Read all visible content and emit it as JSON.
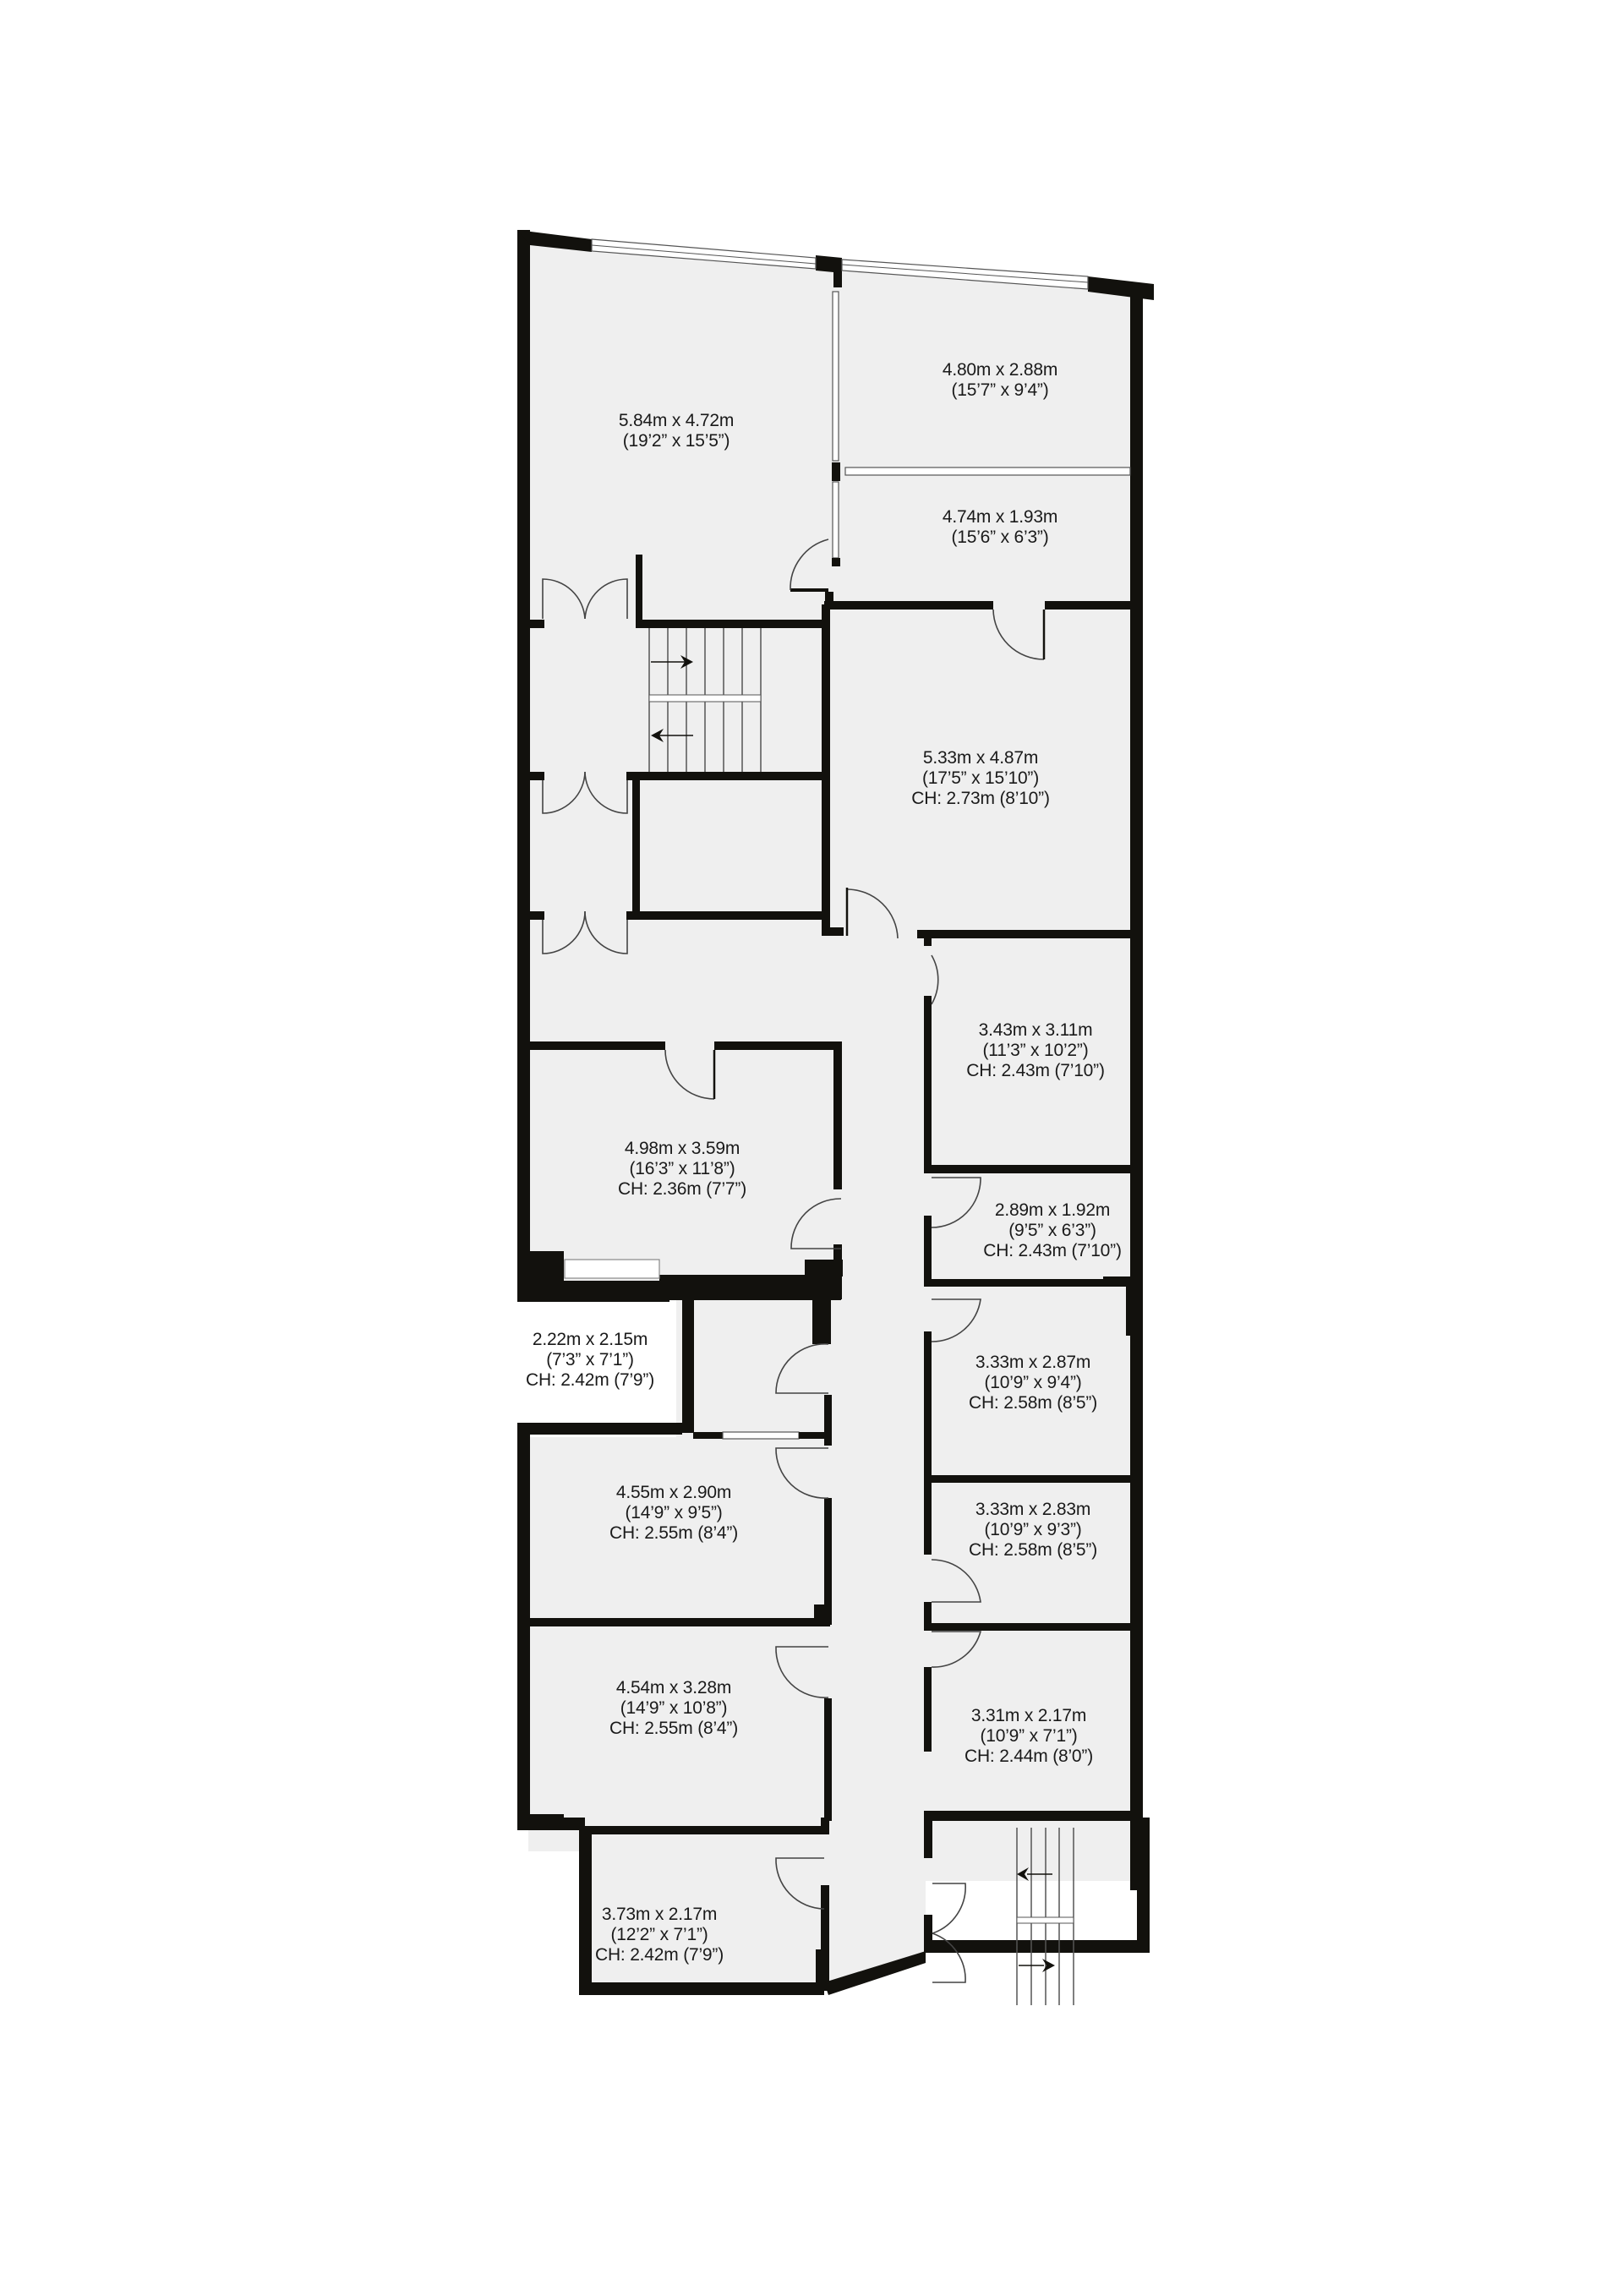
{
  "floorplan": {
    "colors": {
      "wall": "#12110d",
      "floor": "#efefef",
      "background": "#ffffff"
    },
    "rooms": [
      {
        "id": "room-front-left",
        "dims_m": "5.84m x 4.72m",
        "dims_ft": "(19’2” x 15’5”)",
        "ceiling": ""
      },
      {
        "id": "room-front-right",
        "dims_m": "4.80m x 2.88m",
        "dims_ft": "(15’7” x 9’4”)",
        "ceiling": ""
      },
      {
        "id": "room-behind-front-right",
        "dims_m": "4.74m x 1.93m",
        "dims_ft": "(15’6” x 6’3”)",
        "ceiling": ""
      },
      {
        "id": "room-large-right",
        "dims_m": "5.33m x 4.87m",
        "dims_ft": "(17’5” x 15’10”)",
        "ceiling": "CH: 2.73m (8’10”)"
      },
      {
        "id": "room-right-1",
        "dims_m": "3.43m x 3.11m",
        "dims_ft": "(11’3” x 10’2”)",
        "ceiling": "CH: 2.43m (7’10”)"
      },
      {
        "id": "room-left-1",
        "dims_m": "4.98m x 3.59m",
        "dims_ft": "(16’3” x 11’8”)",
        "ceiling": "CH: 2.36m (7’7”)"
      },
      {
        "id": "room-right-2",
        "dims_m": "2.89m x 1.92m",
        "dims_ft": "(9’5” x 6’3”)",
        "ceiling": "CH: 2.43m (7’10”)"
      },
      {
        "id": "room-outside-left",
        "dims_m": "2.22m x 2.15m",
        "dims_ft": "(7’3” x 7’1”)",
        "ceiling": "CH: 2.42m (7’9”)"
      },
      {
        "id": "room-right-3",
        "dims_m": "3.33m x 2.87m",
        "dims_ft": "(10’9” x 9’4”)",
        "ceiling": "CH: 2.58m (8’5”)"
      },
      {
        "id": "room-left-2",
        "dims_m": "4.55m x 2.90m",
        "dims_ft": "(14’9” x 9’5”)",
        "ceiling": "CH: 2.55m (8’4”)"
      },
      {
        "id": "room-right-4",
        "dims_m": "3.33m x 2.83m",
        "dims_ft": "(10’9” x 9’3”)",
        "ceiling": "CH: 2.58m (8’5”)"
      },
      {
        "id": "room-left-3",
        "dims_m": "4.54m x 3.28m",
        "dims_ft": "(14’9” x 10’8”)",
        "ceiling": "CH: 2.55m (8’4”)"
      },
      {
        "id": "room-right-5",
        "dims_m": "3.31m x 2.17m",
        "dims_ft": "(10’9” x 7’1”)",
        "ceiling": "CH: 2.44m (8’0”)"
      },
      {
        "id": "room-left-4",
        "dims_m": "3.73m x 2.17m",
        "dims_ft": "(12’2” x 7’1”)",
        "ceiling": "CH: 2.42m (7’9”)"
      }
    ],
    "icons": {
      "stairs_top": "staircase-icon",
      "stairs_bottom": "staircase-icon",
      "stair_arrow": "arrow-icon"
    }
  }
}
